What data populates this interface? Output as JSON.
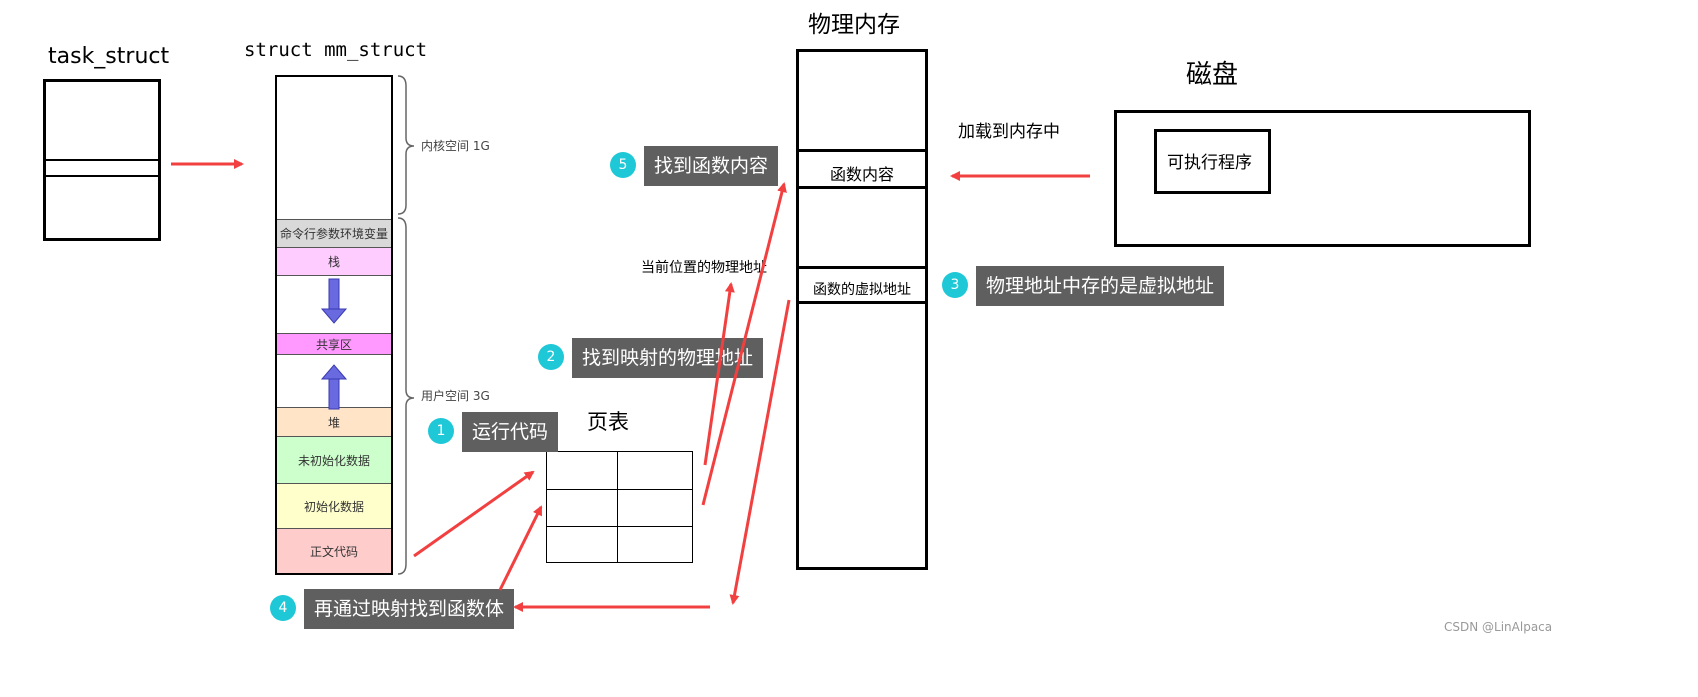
{
  "task_struct": {
    "title": "task_struct"
  },
  "mm_struct": {
    "title": "struct mm_struct",
    "segments": [
      {
        "label": "",
        "color": "#ffffff"
      },
      {
        "label": "命令行参数环境变量",
        "color": "#d9d9d9"
      },
      {
        "label": "栈",
        "color": "#ffccff"
      },
      {
        "label": "",
        "color": "#ffffff"
      },
      {
        "label": "共享区",
        "color": "#ff99ff"
      },
      {
        "label": "",
        "color": "#ffffff"
      },
      {
        "label": "堆",
        "color": "#ffe4c8"
      },
      {
        "label": "未初始化数据",
        "color": "#ccffcc"
      },
      {
        "label": "初始化数据",
        "color": "#ffffcc"
      },
      {
        "label": "正文代码",
        "color": "#ffcccc"
      }
    ],
    "kernel_label": "内核空间 1G",
    "user_label": "用户空间 3G"
  },
  "page_table": {
    "title": "页表"
  },
  "physical_memory": {
    "title": "物理内存",
    "function_content": "函数内容",
    "function_vaddr": "函数的虚拟地址"
  },
  "disk": {
    "title": "磁盘",
    "executable": "可执行程序",
    "load_label": "加载到内存中"
  },
  "current_phys_addr_label": "当前位置的物理地址",
  "steps": [
    {
      "num": "1",
      "text": "运行代码"
    },
    {
      "num": "2",
      "text": "找到映射的物理地址"
    },
    {
      "num": "3",
      "text": "物理地址中存的是虚拟地址"
    },
    {
      "num": "4",
      "text": "再通过映射找到函数体"
    },
    {
      "num": "5",
      "text": "找到函数内容"
    }
  ],
  "watermark": "CSDN @LinAlpaca",
  "colors": {
    "arrow": "#f24040",
    "callout": "#5f5f5f",
    "badge": "#1ec8d6",
    "stack_arrow": "#6a6ae0"
  }
}
